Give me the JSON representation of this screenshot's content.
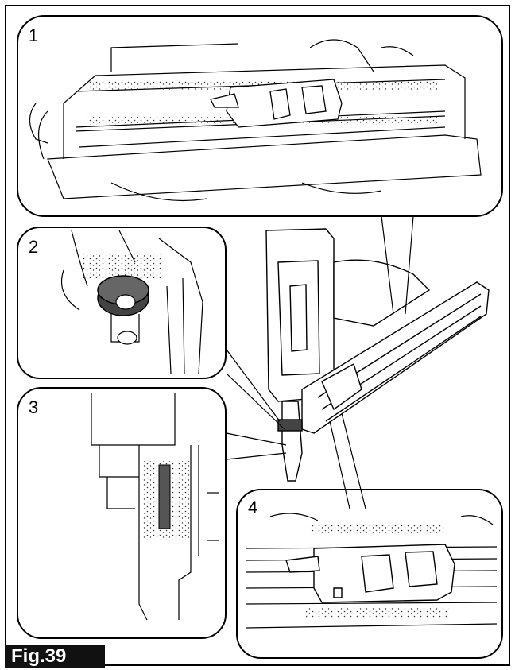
{
  "figure": {
    "label": "Fig.39",
    "callouts": [
      {
        "number": "1"
      },
      {
        "number": "2"
      },
      {
        "number": "3"
      },
      {
        "number": "4"
      }
    ]
  }
}
